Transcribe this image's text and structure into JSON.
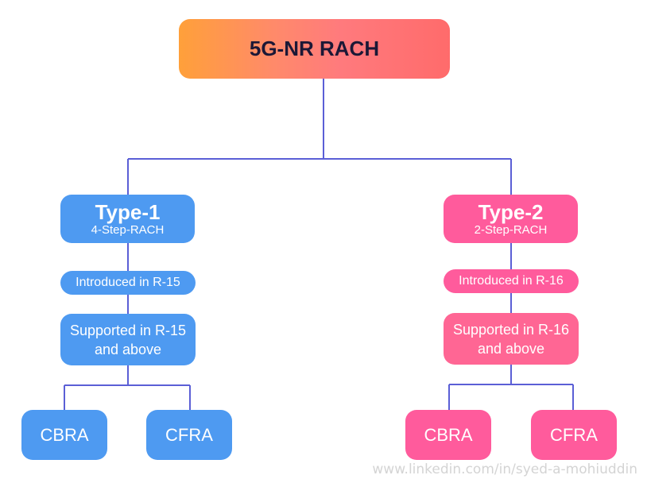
{
  "root": {
    "label": "5G-NR RACH"
  },
  "branches": [
    {
      "title": "Type-1",
      "subtitle": "4-Step-RACH",
      "introduced": "Introduced in R-15",
      "supported_line1": "Supported in R-15",
      "supported_line2": "and above",
      "children": [
        "CBRA",
        "CFRA"
      ],
      "color": "#4e9af1"
    },
    {
      "title": "Type-2",
      "subtitle": "2-Step-RACH",
      "introduced": "Introduced in R-16",
      "supported_line1": "Supported in R-16",
      "supported_line2": "and above",
      "children": [
        "CBRA",
        "CFRA"
      ],
      "color": "#ff5b9c"
    }
  ],
  "connector_color": "#5b5fd6",
  "watermark": "www.linkedin.com/in/syed-a-mohiuddin"
}
